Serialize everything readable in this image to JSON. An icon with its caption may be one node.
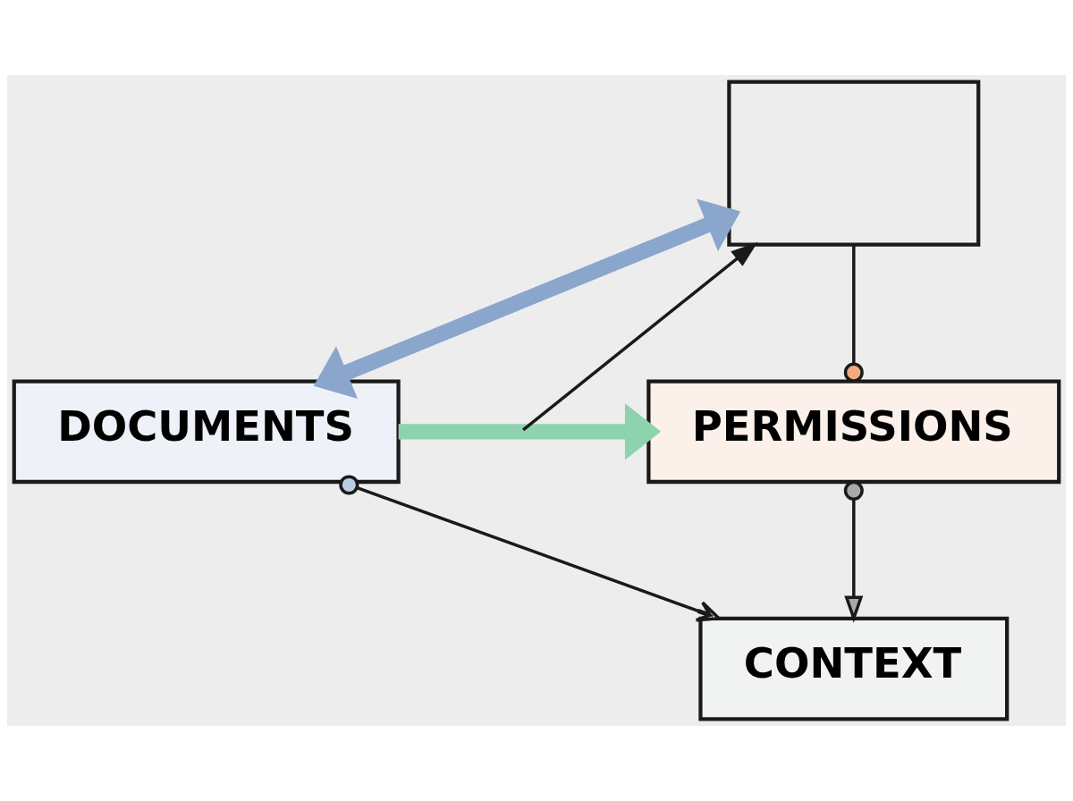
{
  "diagram": {
    "nodes": [
      {
        "text": [],
        "shape": "box"
      },
      {
        "text": [
          "DOCUMENTS"
        ]
      },
      {
        "text": [
          "PERMISSIONS"
        ]
      },
      {
        "text": [
          "CONTEXT"
        ]
      }
    ],
    "edges": [
      {
        "from": 1,
        "to": 0,
        "arrow": "both",
        "style": "thick",
        "color": "#8aa6cc"
      },
      {
        "from": 1,
        "to": 2,
        "arrow": "to",
        "style": "thick",
        "color": "#8fd3ae"
      },
      {
        "from": null,
        "to": 0,
        "arrow": "to"
      },
      {
        "from": 0,
        "to": 2,
        "arrow": "other"
      },
      {
        "from": 2,
        "to": 3,
        "arrow": "to"
      },
      {
        "from": 1,
        "to": 3,
        "arrow": "to"
      }
    ]
  }
}
